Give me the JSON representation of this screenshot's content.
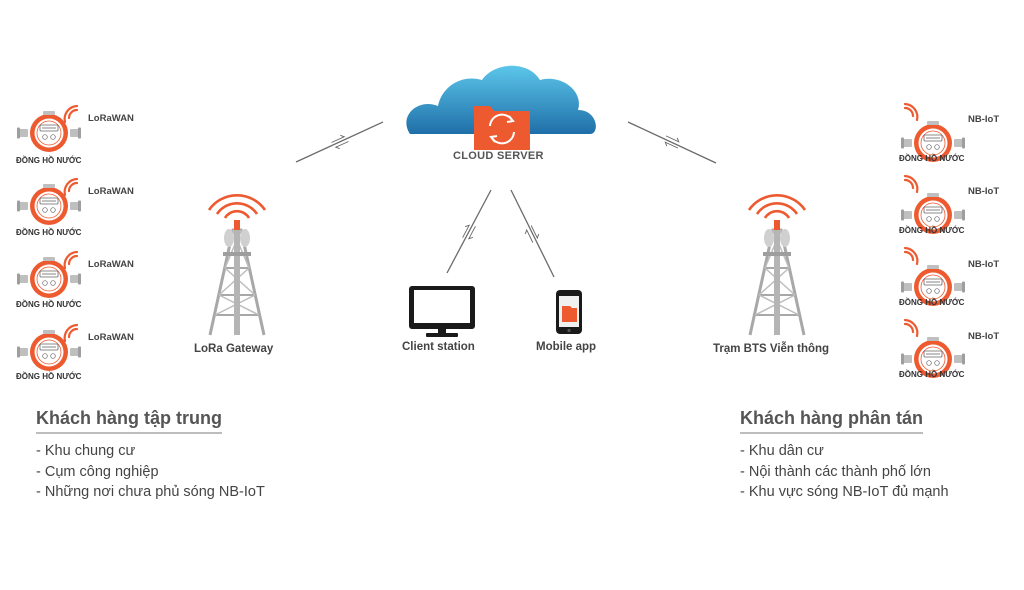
{
  "cloud": {
    "label": "CLOUD SERVER",
    "icon": "cloud-sync-folder-icon"
  },
  "left": {
    "meters": [
      {
        "protocol": "LoRaWAN",
        "label": "ĐỒNG HỒ NƯỚC"
      },
      {
        "protocol": "LoRaWAN",
        "label": "ĐỒNG HỒ NƯỚC"
      },
      {
        "protocol": "LoRaWAN",
        "label": "ĐỒNG HỒ NƯỚC"
      },
      {
        "protocol": "LoRaWAN",
        "label": "ĐỒNG HỒ NƯỚC"
      }
    ],
    "gateway_label": "LoRa Gateway",
    "heading": "Khách hàng tập trung",
    "items": [
      "Khu chung cư",
      "Cụm công nghiệp",
      "Những nơi chưa phủ sóng NB-IoT"
    ]
  },
  "right": {
    "meters": [
      {
        "protocol": "NB-IoT",
        "label": "ĐỒNG HỒ NƯỚC"
      },
      {
        "protocol": "NB-IoT",
        "label": "ĐỒNG HỒ NƯỚC"
      },
      {
        "protocol": "NB-IoT",
        "label": "ĐỒNG HỒ NƯỚC"
      },
      {
        "protocol": "NB-IoT",
        "label": "ĐỒNG HỒ NƯỚC"
      }
    ],
    "tower_label": "Trạm BTS Viễn thông",
    "heading": "Khách hàng phân tán",
    "items": [
      "Khu dân cư",
      "Nội thành các thành phố lớn",
      "Khu vực sóng NB-IoT đủ mạnh"
    ]
  },
  "clients": {
    "station_label": "Client station",
    "mobile_label": "Mobile app"
  },
  "colors": {
    "accent": "#ee5a2f",
    "cloud_dark": "#1f6fa8",
    "cloud_light": "#5cc6ea",
    "tower": "#a8a8a8",
    "line": "#6b6b6b"
  }
}
